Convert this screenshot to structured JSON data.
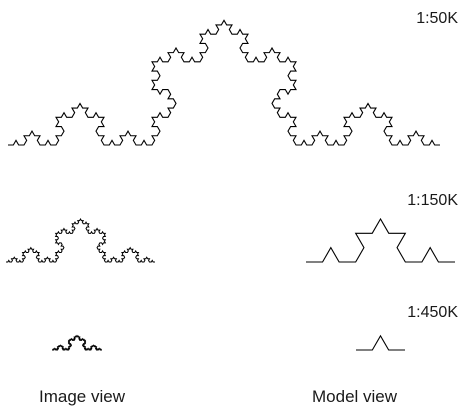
{
  "scales": {
    "s1": "1:50K",
    "s2": "1:150K",
    "s3": "1:450K"
  },
  "labels": {
    "image_view": "Image view",
    "model_view": "Model view"
  },
  "colors": {
    "line": "#000000",
    "text": "#1a1a1a",
    "background": "#ffffff"
  }
}
